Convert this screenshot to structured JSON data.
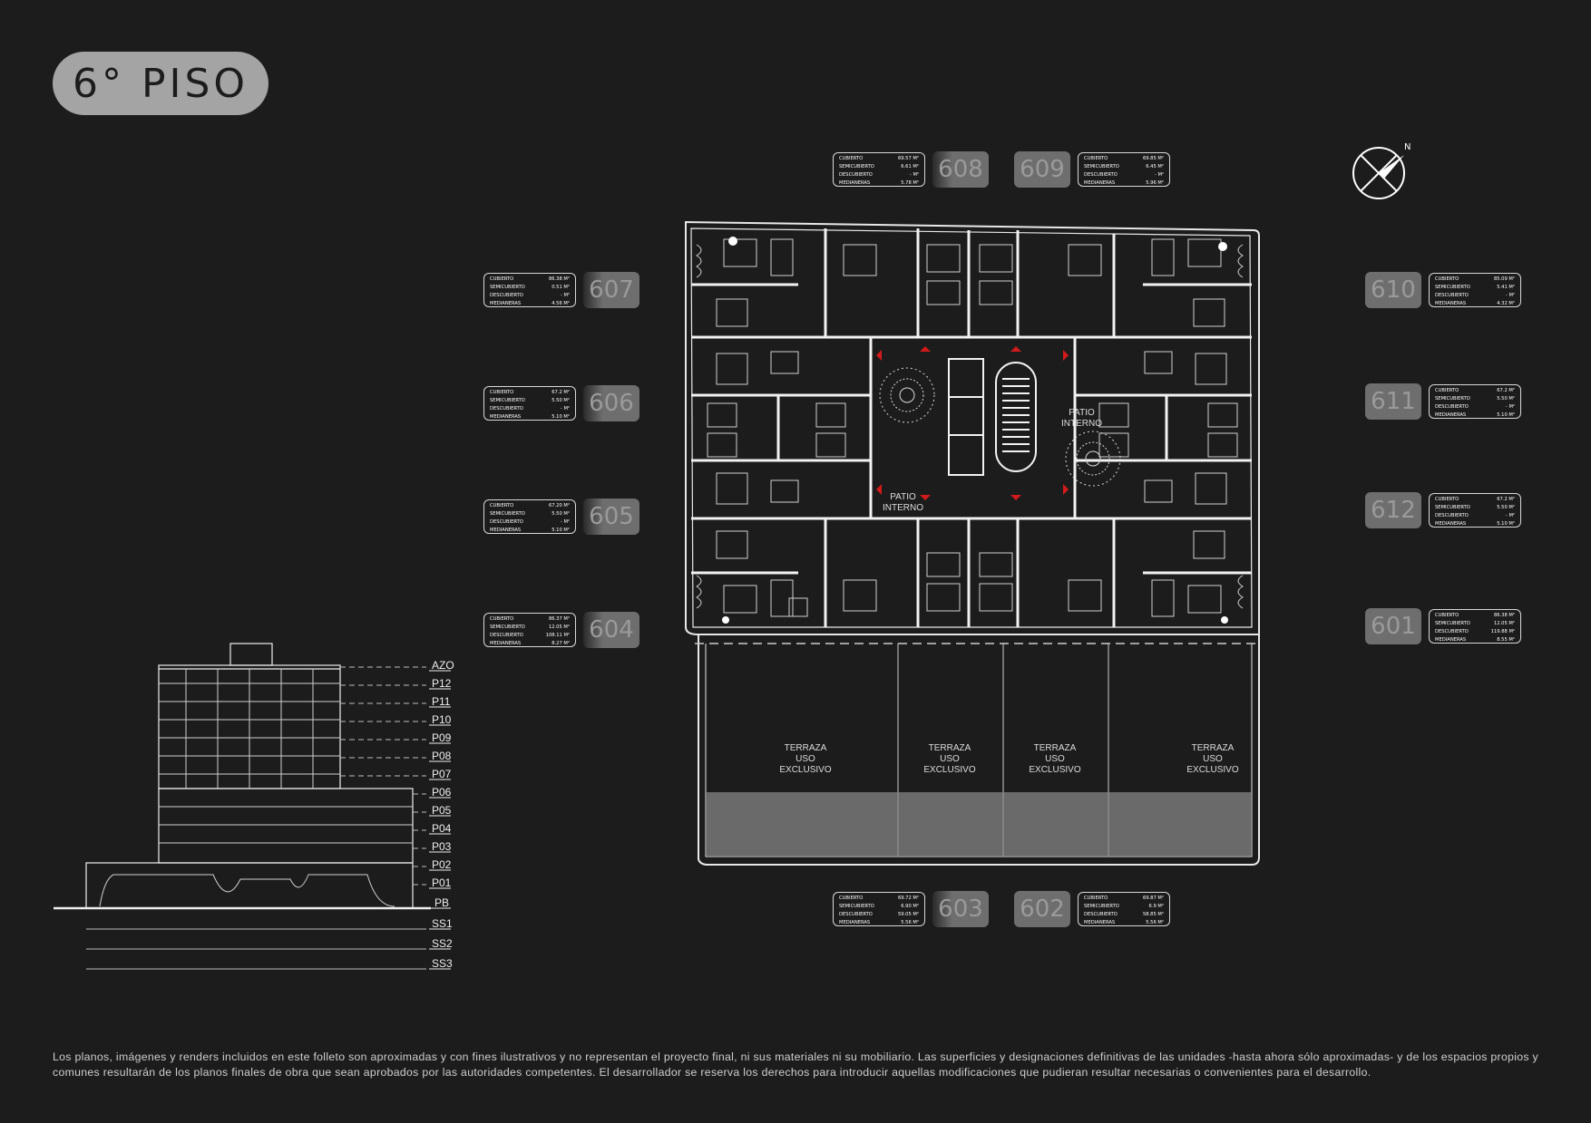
{
  "header": {
    "title": "6° PISO"
  },
  "compass": {
    "label": "N"
  },
  "units": [
    {
      "id": "607",
      "rows": [
        [
          "CUBIERTO",
          "86.38 M²"
        ],
        [
          "SEMICUBIERTO",
          "0.51 M²"
        ],
        [
          "DESCUBIERTO",
          "- M²"
        ],
        [
          "MEDIANERAS",
          "4.56 M²"
        ]
      ]
    },
    {
      "id": "606",
      "rows": [
        [
          "CUBIERTO",
          "67.2 M²"
        ],
        [
          "SEMICUBIERTO",
          "5.50 M²"
        ],
        [
          "DESCUBIERTO",
          "- M²"
        ],
        [
          "MEDIANERAS",
          "5.10 M²"
        ]
      ]
    },
    {
      "id": "605",
      "rows": [
        [
          "CUBIERTO",
          "67.20 M²"
        ],
        [
          "SEMICUBIERTO",
          "5.50 M²"
        ],
        [
          "DESCUBIERTO",
          "- M²"
        ],
        [
          "MEDIANERAS",
          "5.10 M²"
        ]
      ]
    },
    {
      "id": "604",
      "rows": [
        [
          "CUBIERTO",
          "86.37 M²"
        ],
        [
          "SEMICUBIERTO",
          "12.05 M²"
        ],
        [
          "DESCUBIERTO",
          "108.11 M²"
        ],
        [
          "MEDIANERAS",
          "8.27 M²"
        ]
      ]
    },
    {
      "id": "608",
      "rows": [
        [
          "CUBIERTO",
          "69.57 M²"
        ],
        [
          "SEMICUBIERTO",
          "6.61 M²"
        ],
        [
          "DESCUBIERTO",
          "- M²"
        ],
        [
          "MEDIANERAS",
          "5.78 M²"
        ]
      ]
    },
    {
      "id": "609",
      "rows": [
        [
          "CUBIERTO",
          "69.85 M²"
        ],
        [
          "SEMICUBIERTO",
          "6.45 M²"
        ],
        [
          "DESCUBIERTO",
          "- M²"
        ],
        [
          "MEDIANERAS",
          "5.96 M²"
        ]
      ]
    },
    {
      "id": "610",
      "rows": [
        [
          "CUBIERTO",
          "85.09 M²"
        ],
        [
          "SEMICUBIERTO",
          "5.41 M²"
        ],
        [
          "DESCUBIERTO",
          "- M²"
        ],
        [
          "MEDIANERAS",
          "4.32 M²"
        ]
      ]
    },
    {
      "id": "611",
      "rows": [
        [
          "CUBIERTO",
          "67.2 M²"
        ],
        [
          "SEMICUBIERTO",
          "5.50 M²"
        ],
        [
          "DESCUBIERTO",
          "- M²"
        ],
        [
          "MEDIANERAS",
          "5.10 M²"
        ]
      ]
    },
    {
      "id": "612",
      "rows": [
        [
          "CUBIERTO",
          "67.2 M²"
        ],
        [
          "SEMICUBIERTO",
          "5.50 M²"
        ],
        [
          "DESCUBIERTO",
          "- M²"
        ],
        [
          "MEDIANERAS",
          "5.10 M²"
        ]
      ]
    },
    {
      "id": "601",
      "rows": [
        [
          "CUBIERTO",
          "86.38 M²"
        ],
        [
          "SEMICUBIERTO",
          "12.05 M²"
        ],
        [
          "DESCUBIERTO",
          "119.88 M²"
        ],
        [
          "MEDIANERAS",
          "8.55 M²"
        ]
      ]
    },
    {
      "id": "603",
      "rows": [
        [
          "CUBIERTO",
          "69.72 M²"
        ],
        [
          "SEMICUBIERTO",
          "6.90 M²"
        ],
        [
          "DESCUBIERTO",
          "59.05 M²"
        ],
        [
          "MEDIANERAS",
          "5.56 M²"
        ]
      ]
    },
    {
      "id": "602",
      "rows": [
        [
          "CUBIERTO",
          "69.87 M²"
        ],
        [
          "SEMICUBIERTO",
          "6.9 M²"
        ],
        [
          "DESCUBIERTO",
          "58.85 M²"
        ],
        [
          "MEDIANERAS",
          "5.56 M²"
        ]
      ]
    }
  ],
  "plan": {
    "patio_1": [
      "PATIO",
      "INTERNO"
    ],
    "patio_2": [
      "PATIO",
      "INTERNO"
    ],
    "terraces": [
      [
        "TERRAZA",
        "USO EXCLUSIVO"
      ],
      [
        "TERRAZA",
        "USO EXCLUSIVO"
      ],
      [
        "TERRAZA",
        "USO EXCLUSIVO"
      ],
      [
        "TERRAZA",
        "USO EXCLUSIVO"
      ]
    ]
  },
  "floors": [
    "AZO",
    "P12",
    "P11",
    "P10",
    "P09",
    "P08",
    "P07",
    "P06",
    "P05",
    "P04",
    "P03",
    "P02",
    "P01",
    "PB",
    "SS1",
    "SS2",
    "SS3"
  ],
  "disclaimer": "Los planos, imágenes y renders incluidos en este folleto son aproximadas y con fines ilustrativos y no representan el proyecto final, ni sus materiales ni su mobiliario. Las superficies y designaciones definitivas de las unidades -hasta ahora sólo aproximadas- y de los espacios propios y comunes resultarán de los planos finales de obra que sean aprobados por las autoridades competentes. El desarrollador se reserva los derechos para introducir aquellas modificaciones que pudieran resultar necesarias o convenientes para el desarrollo."
}
